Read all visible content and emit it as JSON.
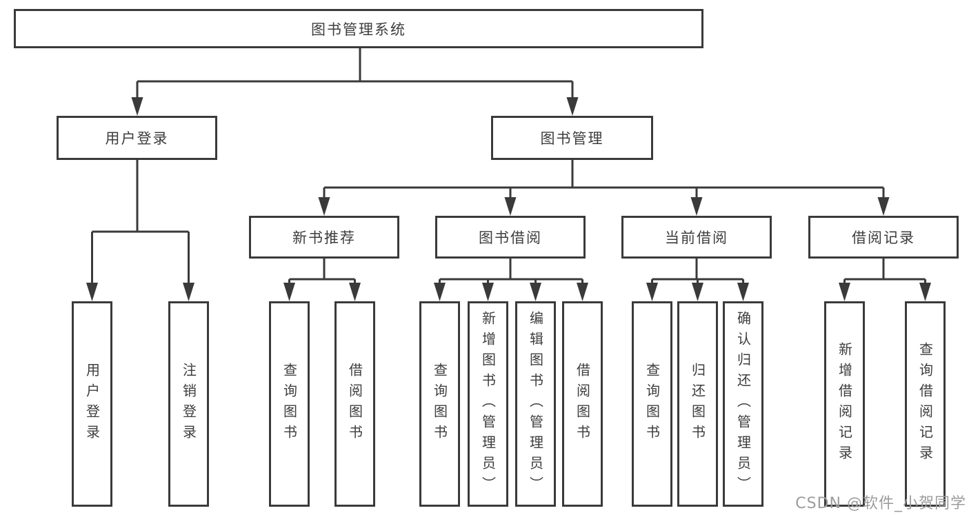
{
  "diagram": {
    "title": "图书管理系统",
    "level2": {
      "user_login": "用户登录",
      "book_mgmt": "图书管理"
    },
    "level3": {
      "new_book": "新书推荐",
      "book_borrow": "图书借阅",
      "current_borrow": "当前借阅",
      "borrow_records": "借阅记录"
    },
    "leaves": {
      "user_login": [
        "用户登录",
        "注销登录"
      ],
      "new_book": [
        "查询图书",
        "借阅图书"
      ],
      "book_borrow": [
        "查询图书",
        "新增图书（管理员）",
        "编辑图书（管理员）",
        "借阅图书"
      ],
      "current_borrow": [
        "查询图书",
        "归还图书",
        "确认归还（管理员）"
      ],
      "borrow_records": [
        "新增借阅记录",
        "查询借阅记录"
      ]
    }
  },
  "watermark": "CSDN @软件_小贺同学",
  "colors": {
    "line": "#3a3a3a",
    "text": "#3d3d3d",
    "watermark": "#9c9c9c",
    "background": "#ffffff"
  }
}
